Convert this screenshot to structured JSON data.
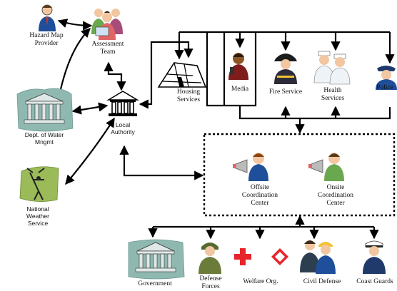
{
  "nodes": {
    "hazard_map_provider": "Hazard Map\nProvider",
    "assessment_team": "Assessment\nTeam",
    "dept_water": "Dept. of Water\nMngmt",
    "national_weather": "National\nWeather\nService",
    "local_authority": "Local\nAuthority",
    "housing_services": "Housing\nServices",
    "media": "Media",
    "fire_service": "Fire Service",
    "health_services": "Health\nServices",
    "police": "Police",
    "offsite_center": "Offsite\nCoordination\nCenter",
    "onsite_center": "Onsite\nCoordination\nCenter",
    "government": "Government",
    "defense_forces": "Defense\nForces",
    "welfare_org": "Welfare Org.",
    "civil_defense": "Civil Defense",
    "coast_guards": "Coast Guards"
  },
  "colors": {
    "line": "#000000",
    "building_fill": "#8fb8b0",
    "weather_fill": "#9bbb59",
    "red_cross": "#e8242b",
    "person_blue": "#1f4e9a",
    "person_green": "#6aa84f",
    "skin": "#f2c6a0"
  },
  "icons": {
    "hazard_map_provider": "person-icon",
    "assessment_team": "group-icon",
    "dept_water": "building-icon",
    "national_weather": "weather-icon",
    "local_authority": "government-building-icon",
    "housing_services": "tent-icon",
    "media": "reporter-icon",
    "fire_service": "firefighter-icon",
    "health_services": "doctors-icon",
    "police": "police-icon",
    "offsite_center": "megaphone-person-icon",
    "onsite_center": "megaphone-person-icon",
    "government": "building-icon",
    "defense_forces": "soldier-icon",
    "welfare_org": "red-cross-crescent-crystal-icon",
    "civil_defense": "workers-icon",
    "coast_guards": "sailor-icon"
  }
}
